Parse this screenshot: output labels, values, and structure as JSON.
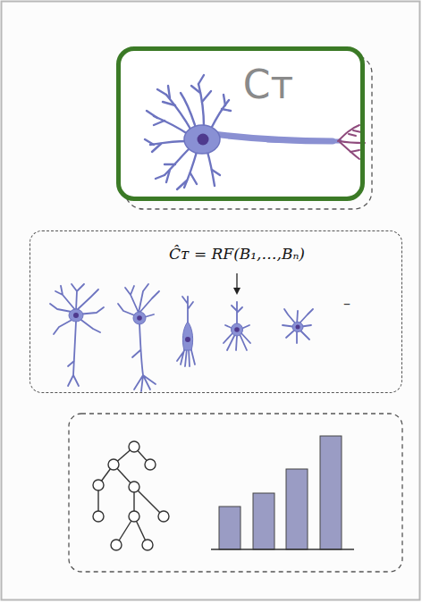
{
  "diagram": {
    "nodes": [
      {
        "text": [
          "Cᴛ"
        ]
      },
      {
        "text": [
          "Ĉᴛ = RF(B₁,…,Bₙ)"
        ]
      }
    ],
    "labels": [
      "–"
    ]
  }
}
